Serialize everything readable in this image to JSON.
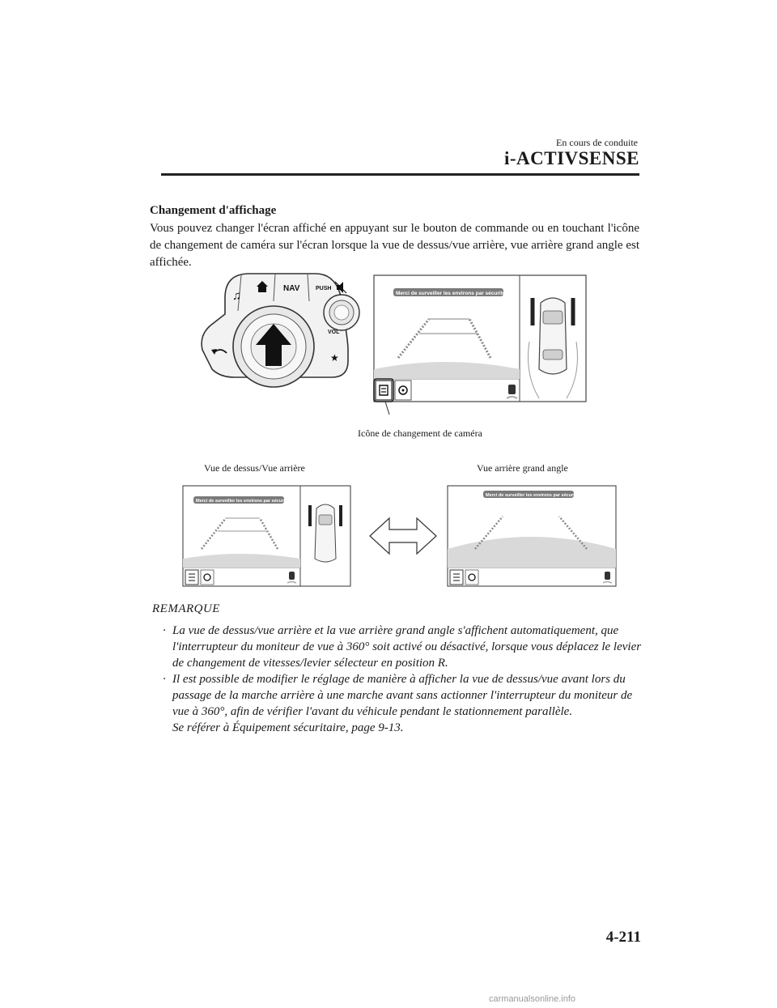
{
  "header": {
    "section_label": "En cours de conduite",
    "section_title": "i-ACTIVSENSE"
  },
  "content": {
    "subheading": "Changement d'affichage",
    "paragraph": "Vous pouvez changer l'écran affiché en appuyant sur le bouton de commande ou en touchant l'icône de changement de caméra sur l'écran lorsque la vue de dessus/vue arrière, vue arrière grand angle est affichée."
  },
  "figure1": {
    "controller_labels": {
      "nav": "NAV",
      "push": "PUSH",
      "vol": "VOL"
    },
    "screen_banner": "Merci de surveiller les environs par sécurité",
    "callout": "Icône de changement de caméra"
  },
  "figure2": {
    "left_caption": "Vue de dessus/Vue arrière",
    "right_caption": "Vue arrière grand angle",
    "screen_banner": "Merci de surveiller les environs par sécurité"
  },
  "remarque": {
    "title": "REMARQUE",
    "bullet": "·",
    "notes": [
      {
        "text": "La vue de dessus/vue arrière et la vue arrière grand angle s'affichent automatiquement, que l'interrupteur du moniteur de vue à 360° soit activé ou désactivé, lorsque vous déplacez le levier de changement de vitesses/levier sélecteur en position R."
      },
      {
        "text": "Il est possible de modifier le réglage de manière à afficher la vue de dessus/vue avant lors du passage de la marche arrière à une marche avant sans actionner l'interrupteur du moniteur de vue à 360°, afin de vérifier l'avant du véhicule pendant le stationnement parallèle.",
        "reference": "Se référer à Équipement sécuritaire, page 9-13."
      }
    ]
  },
  "footer": {
    "page_number": "4-211",
    "site": "carmanualsonline.info"
  }
}
